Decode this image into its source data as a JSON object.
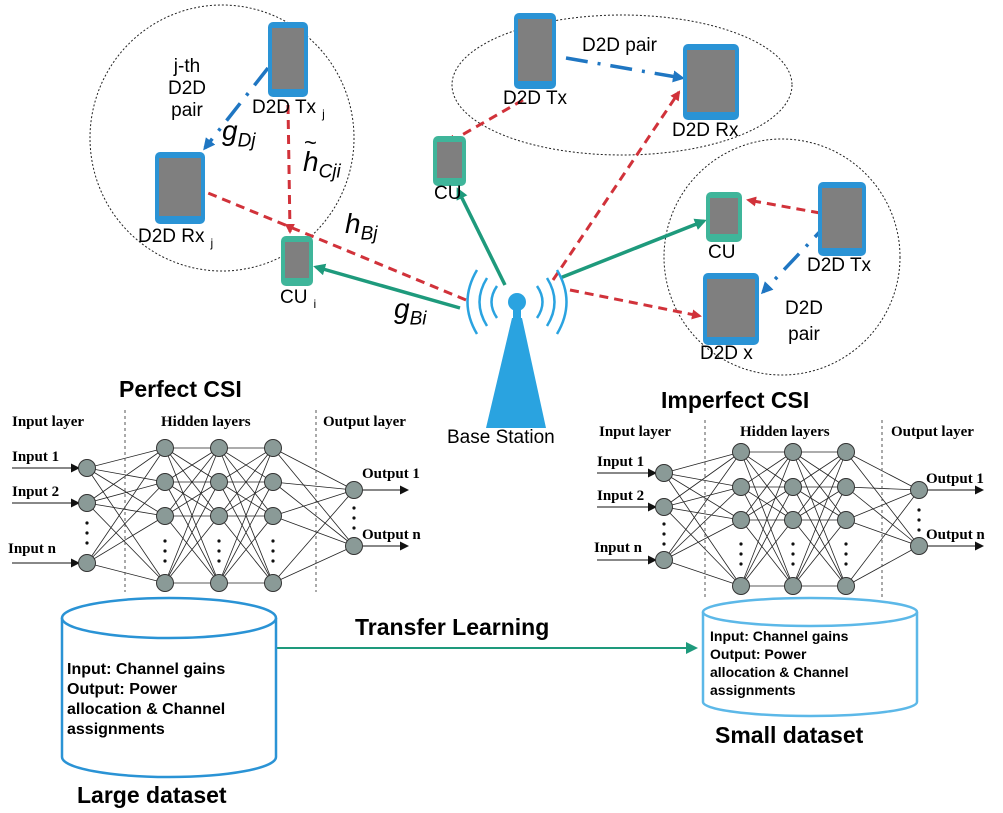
{
  "colors": {
    "device_blue": "#2a93d5",
    "cu_green": "#3fb59a",
    "interference_red": "#d1323a",
    "link_green": "#1e9a7c",
    "d2d_blue": "#1f76c2",
    "node_gray": "#8a9a97",
    "base_station_blue": "#2aa3e0"
  },
  "network": {
    "pair_j_label": [
      "j-th",
      "D2D",
      "pair"
    ],
    "tx_j": "D2D Tx",
    "tx_j_sub": "j",
    "rx_j": "D2D Rx",
    "rx_j_sub": "j",
    "cu_i": "CU",
    "cu_i_sub": "i",
    "g_dj": "g",
    "g_dj_sub": "Dj",
    "h_cji": "h",
    "h_cji_sub": "Cji",
    "h_cji_tilde": "~",
    "h_bj": "h",
    "h_bj_sub": "Bj",
    "g_bi": "g",
    "g_bi_sub": "Bi",
    "top_pair_label": "D2D pair",
    "top_tx": "D2D Tx",
    "top_rx": "D2D Rx",
    "top_cu": "CU",
    "right_cu": "CU",
    "right_tx": "D2D Tx",
    "right_rx": "D2D x",
    "right_pair_label": [
      "D2D",
      "pair"
    ],
    "base_station": "Base Station"
  },
  "left_nn": {
    "title": "Perfect CSI",
    "input_layer": "Input layer",
    "hidden_layers": "Hidden layers",
    "output_layer": "Output layer",
    "inputs": [
      "Input 1",
      "Input 2",
      "Input n"
    ],
    "outputs": [
      "Output 1",
      "Output n"
    ]
  },
  "right_nn": {
    "title": "Imperfect CSI",
    "input_layer": "Input layer",
    "hidden_layers": "Hidden layers",
    "output_layer": "Output layer",
    "inputs": [
      "Input 1",
      "Input 2",
      "Input n"
    ],
    "outputs": [
      "Output 1",
      "Output n"
    ]
  },
  "transfer": {
    "label": "Transfer Learning"
  },
  "large_dataset": {
    "lines": [
      "Input: Channel gains",
      "Output: Power",
      "allocation & Channel",
      "assignments"
    ],
    "caption": "Large dataset"
  },
  "small_dataset": {
    "lines": [
      "Input: Channel gains",
      "Output: Power",
      "allocation & Channel",
      "assignments"
    ],
    "caption": "Small dataset"
  }
}
